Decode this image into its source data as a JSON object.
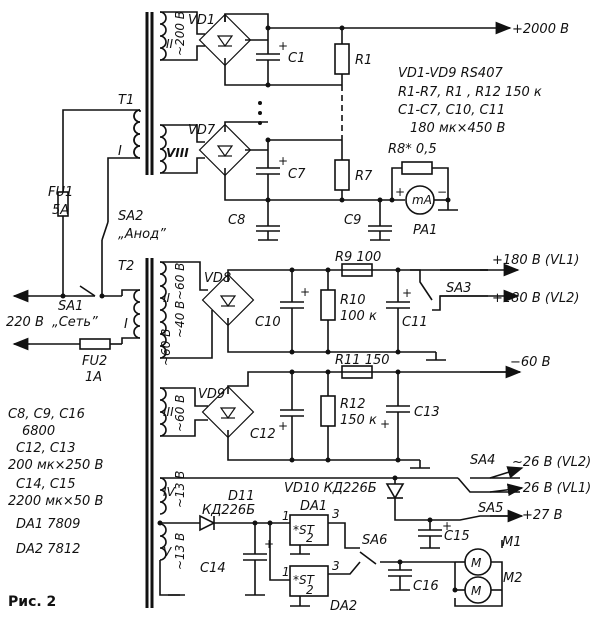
{
  "figure_label": "Рис. 2",
  "transformers": {
    "t1": {
      "name": "T1",
      "primary": "I",
      "w2": "II",
      "w2_voltage": "~200 В",
      "w8": "VIII"
    },
    "t2": {
      "name": "T2",
      "primary": "I",
      "w2": "II",
      "w2_voltage": "~60 В",
      "w2_mid": "~40 В",
      "w2_low": "~60 В",
      "w3": "III",
      "w3_voltage": "~60 В",
      "w4": "IV",
      "w4_voltage": "~13 В",
      "w5": "V",
      "w5_voltage": "~13 В"
    }
  },
  "components": {
    "vd1": "VD1",
    "vd7": "VD7",
    "vd8": "VD8",
    "vd9": "VD9",
    "vd10": "VD10 КД226Б",
    "d11": "D11",
    "d11_type": "КД226Б",
    "c1": "C1",
    "c7": "C7",
    "c8": "C8",
    "c9": "C9",
    "c10": "C10",
    "c11": "C11",
    "c12": "C12",
    "c13": "C13",
    "c14": "C14",
    "c15": "C15",
    "c16": "C16",
    "r1": "R1",
    "r7": "R7",
    "r8": "R8* 0,5",
    "r9": "R9 100",
    "r10": "R10",
    "r10_val": "100 к",
    "r11": "R11 150",
    "r12": "R12",
    "r12_val": "150 к",
    "pa1": "PA1",
    "meter": "mA",
    "fu1": "FU1",
    "fu1_val": "5A",
    "fu2": "FU2",
    "fu2_val": "1A",
    "sa1": "SA1",
    "sa1_name": "„Сеть”",
    "sa2": "SA2",
    "sa2_name": "„Анод”",
    "sa3": "SA3",
    "sa4": "SA4",
    "sa5": "SA5",
    "sa6": "SA6",
    "da1": "DA1",
    "da2": "DA2",
    "st": "*ST",
    "pin1": "1",
    "pin2": "2",
    "pin3": "3",
    "m1": "M1",
    "m2": "M2",
    "motor": "M"
  },
  "outputs": {
    "hv": "+2000 В",
    "p180_1": "+180 В (VL1)",
    "p180_2": "+180 В (VL2)",
    "m60": "−60 В",
    "ac26_2": "~26 В (VL2)",
    "ac26_1": "~26 В (VL1)",
    "p27": "+27 В",
    "mains": "220 В"
  },
  "notes": {
    "n1": "VD1-VD9  RS407",
    "n2": "R1-R7, R1 , R12 150 к",
    "n3": "C1-C7, C10, C11",
    "n4": "180 мк×450 В",
    "l1": "C8, C9, C16",
    "l2": "6800",
    "l3": "C12, C13",
    "l4": "200 мк×250 В",
    "l5": "C14, C15",
    "l6": "2200 мк×50 В",
    "l7": "DA1  7809",
    "l8": "DA2  7812"
  },
  "signs": {
    "plus": "+",
    "minus": "−"
  }
}
